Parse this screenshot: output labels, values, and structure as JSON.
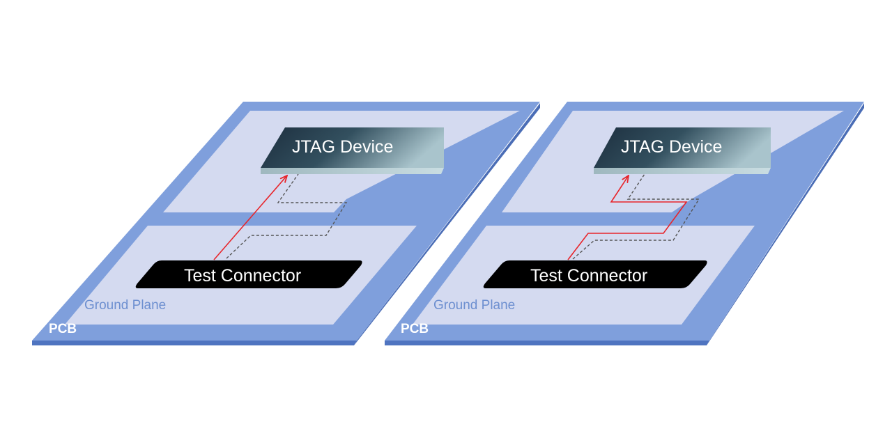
{
  "panels": [
    {
      "pcb_label": "PCB",
      "ground_plane_label": "Ground Plane",
      "device_label": "JTAG Device",
      "connector_label": "Test Connector",
      "signal_routing": "direct"
    },
    {
      "pcb_label": "PCB",
      "ground_plane_label": "Ground Plane",
      "device_label": "JTAG Device",
      "connector_label": "Test Connector",
      "signal_routing": "follows-return-path"
    }
  ],
  "colors": {
    "pcb_face": "#7f9fdc",
    "pcb_edge": "#4f74c0",
    "ground_plane": "#d4daf0",
    "signal_trace": "#e8242a",
    "return_path": "#555555",
    "connector": "#000000",
    "device_dark": "#1c2e3e",
    "device_light": "#a9c4cc",
    "ground_label_text": "#6d8fd0"
  }
}
